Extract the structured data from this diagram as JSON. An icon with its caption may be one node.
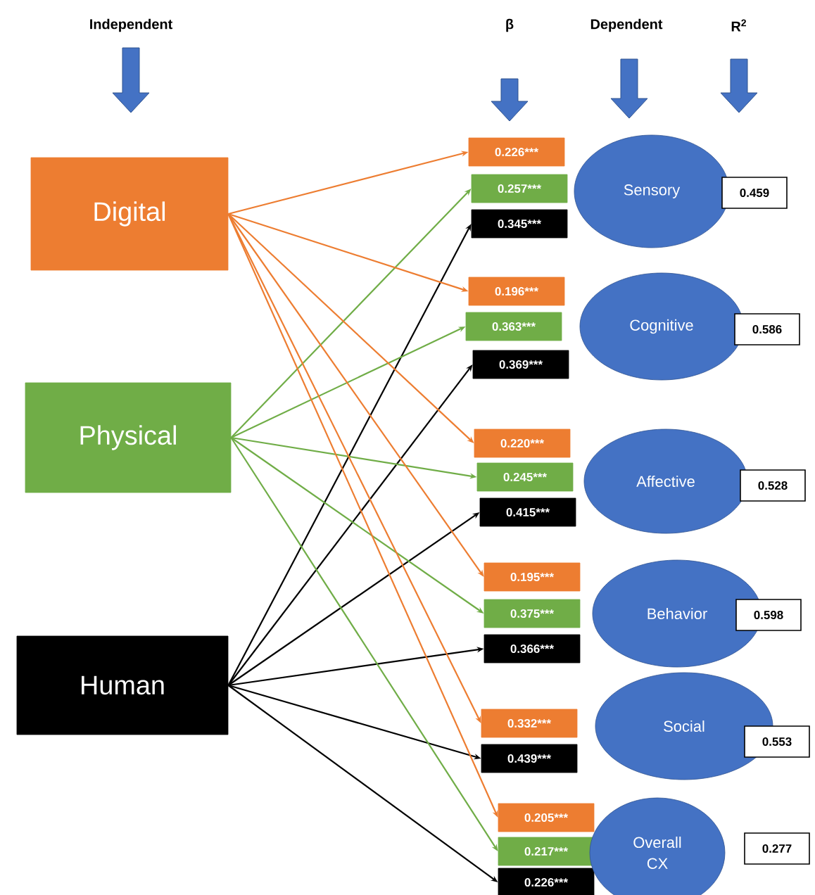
{
  "diagram": {
    "nodes": [
      {
        "text": [
          "Digital"
        ]
      },
      {
        "text": [
          "Physical"
        ]
      },
      {
        "text": [
          "Human"
        ]
      },
      {
        "text": [
          "0.226***"
        ]
      },
      {
        "text": [
          "0.257***"
        ]
      },
      {
        "text": [
          "0.345***"
        ]
      },
      {
        "text": [
          "Sensory"
        ]
      },
      {
        "text": [
          "0.459"
        ]
      },
      {
        "text": [
          "0.196***"
        ]
      },
      {
        "text": [
          "0.363***"
        ]
      },
      {
        "text": [
          "0.369***"
        ]
      },
      {
        "text": [
          "Cognitive"
        ]
      },
      {
        "text": [
          "0.586"
        ]
      },
      {
        "text": [
          "0.220***"
        ]
      },
      {
        "text": [
          "0.245***"
        ]
      },
      {
        "text": [
          "0.415***"
        ]
      },
      {
        "text": [
          "Affective"
        ]
      },
      {
        "text": [
          "0.528"
        ]
      },
      {
        "text": [
          "0.195***"
        ]
      },
      {
        "text": [
          "0.375***"
        ]
      },
      {
        "text": [
          "0.366***"
        ]
      },
      {
        "text": [
          "Behavior"
        ]
      },
      {
        "text": [
          "0.598"
        ]
      },
      {
        "text": [
          "0.332***"
        ]
      },
      {
        "text": [
          "0.439***"
        ]
      },
      {
        "text": [
          "Social"
        ]
      },
      {
        "text": [
          "0.553"
        ]
      },
      {
        "text": [
          "0.205***"
        ]
      },
      {
        "text": [
          "0.217***"
        ]
      },
      {
        "text": [
          "0.226***"
        ]
      },
      {
        "text": [
          "Overall CX"
        ]
      },
      {
        "text": [
          "0.277"
        ]
      }
    ],
    "edges": [
      {
        "from": 0,
        "to": 3,
        "arrow": "to",
        "color": "#ed7d31"
      },
      {
        "from": 1,
        "to": 4,
        "arrow": "to",
        "color": "#70ad47"
      },
      {
        "from": 2,
        "to": 5,
        "arrow": "to",
        "color": "#000000"
      },
      {
        "from": 0,
        "to": 8,
        "arrow": "to",
        "color": "#ed7d31"
      },
      {
        "from": 1,
        "to": 9,
        "arrow": "to",
        "color": "#70ad47"
      },
      {
        "from": 2,
        "to": 10,
        "arrow": "to",
        "color": "#000000"
      },
      {
        "from": 0,
        "to": 13,
        "arrow": "to",
        "color": "#ed7d31"
      },
      {
        "from": 1,
        "to": 14,
        "arrow": "to",
        "color": "#70ad47"
      },
      {
        "from": 2,
        "to": 15,
        "arrow": "to",
        "color": "#000000"
      },
      {
        "from": 0,
        "to": 18,
        "arrow": "to",
        "color": "#ed7d31"
      },
      {
        "from": 1,
        "to": 19,
        "arrow": "to",
        "color": "#70ad47"
      },
      {
        "from": 2,
        "to": 20,
        "arrow": "to",
        "color": "#000000"
      },
      {
        "from": 0,
        "to": 23,
        "arrow": "to",
        "color": "#ed7d31"
      },
      {
        "from": 2,
        "to": 24,
        "arrow": "to",
        "color": "#000000"
      },
      {
        "from": 0,
        "to": 27,
        "arrow": "to",
        "color": "#ed7d31"
      },
      {
        "from": 1,
        "to": 28,
        "arrow": "to",
        "color": "#70ad47"
      },
      {
        "from": 2,
        "to": 29,
        "arrow": "to",
        "color": "#000000"
      }
    ],
    "labels": [
      "Independent",
      "β",
      "Dependent",
      "R$^{2}$"
    ]
  }
}
